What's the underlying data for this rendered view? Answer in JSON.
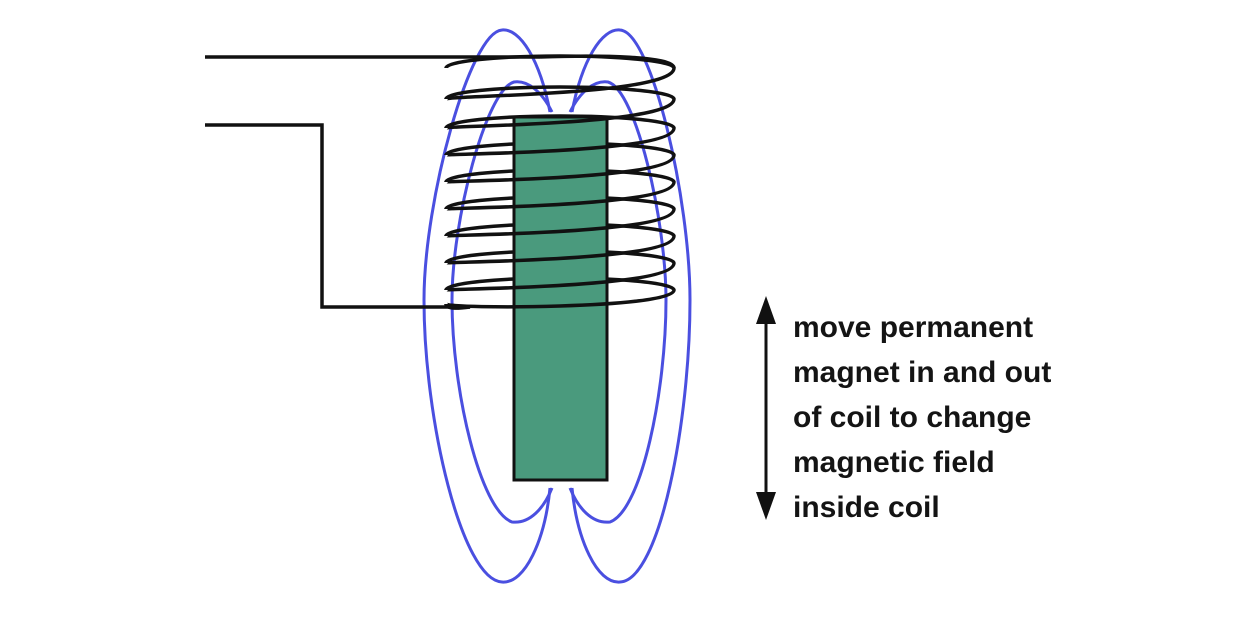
{
  "diagram": {
    "caption_lines": [
      "move permanent",
      "magnet in and out",
      "of coil to change",
      "magnetic field",
      "inside coil"
    ],
    "colors": {
      "background": "#ffffff",
      "field_lines": "#4a4fe0",
      "magnet_fill": "#4a9a7d",
      "wire": "#111111"
    },
    "icons": [
      "double-headed-arrow-icon"
    ]
  }
}
